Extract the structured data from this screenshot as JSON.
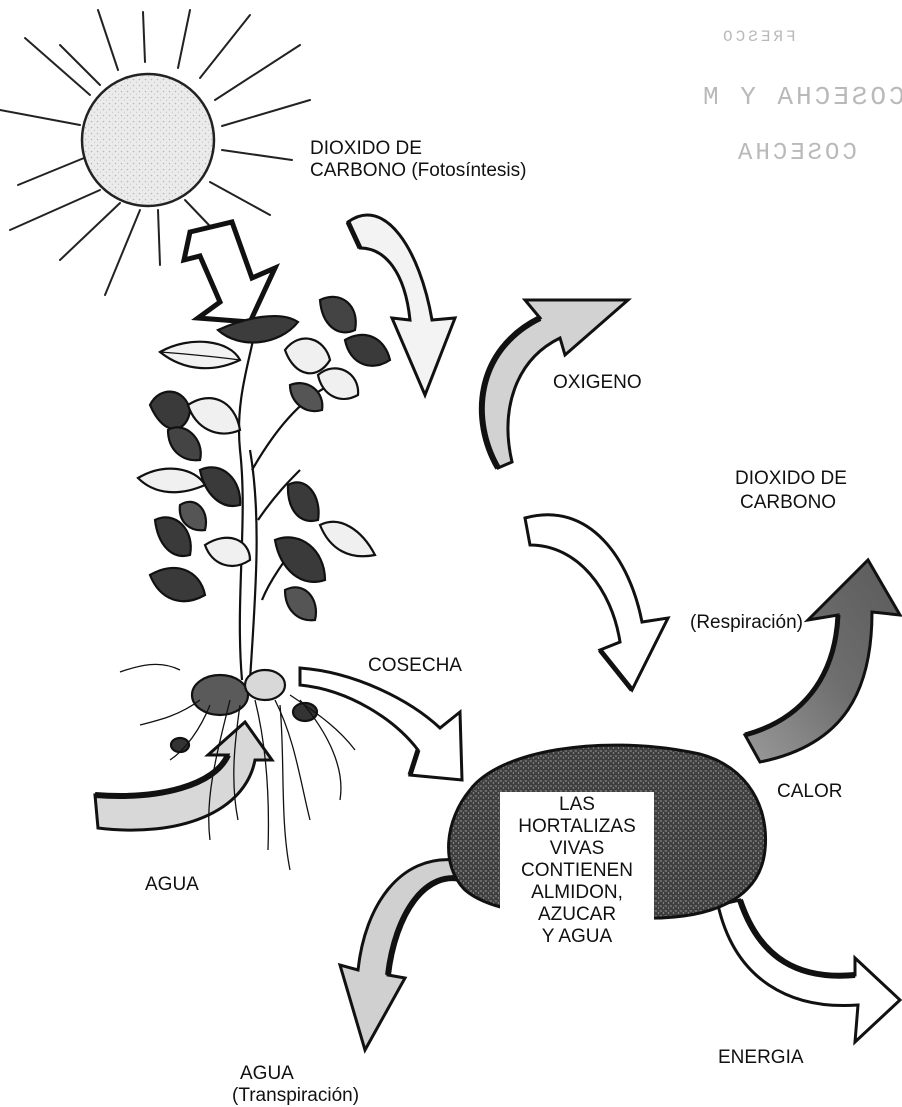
{
  "labels": {
    "co2_photosynthesis": [
      "DIOXIDO DE",
      "CARBONO (Fotosíntesis)"
    ],
    "oxygen": "OXIGENO",
    "co2_respiration": [
      "DIOXIDO DE",
      "CARBONO"
    ],
    "respiration": "(Respiración)",
    "harvest": "COSECHA",
    "heat": "CALOR",
    "water_in": "AGUA",
    "water_out": [
      "AGUA",
      "(Transpiración)"
    ],
    "energy": "ENERGIA"
  },
  "vegetable": {
    "text": [
      "LAS HORTALIZAS",
      "VIVAS CONTIENEN",
      "ALMIDON, AZUCAR",
      "Y AGUA"
    ]
  },
  "bleed_through": [
    "FRESCO",
    "COSECHA Y M",
    "COSECHA"
  ],
  "colors": {
    "ink": "#111111",
    "arrow_light": "#e6e6e6",
    "arrow_dark": "#7a7a7a",
    "rock": "#4a4a4a",
    "ghost_text": "#b9b9b9"
  }
}
